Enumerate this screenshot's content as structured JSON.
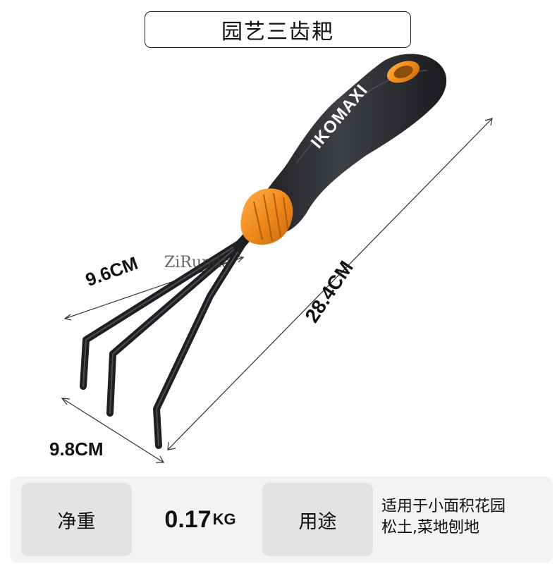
{
  "title": "园艺三齿耙",
  "brand": "IKOMAXI",
  "watermark": "ZiRunda",
  "dimensions": {
    "head_width": "9.6CM",
    "total_length": "28.4CM",
    "tine_width": "9.8CM"
  },
  "specs": {
    "weight_label": "净重",
    "weight_value": "0.17",
    "weight_unit": "KG",
    "usage_label": "用途",
    "usage_line1": "适用于小面积花园",
    "usage_line2": "松土,菜地刨地"
  },
  "colors": {
    "handle": "#2e3033",
    "accent": "#f08a1c",
    "metal": "#1e1f22",
    "spec_bar": "#f3f3f3",
    "spec_cell": "#e3e3e3"
  }
}
